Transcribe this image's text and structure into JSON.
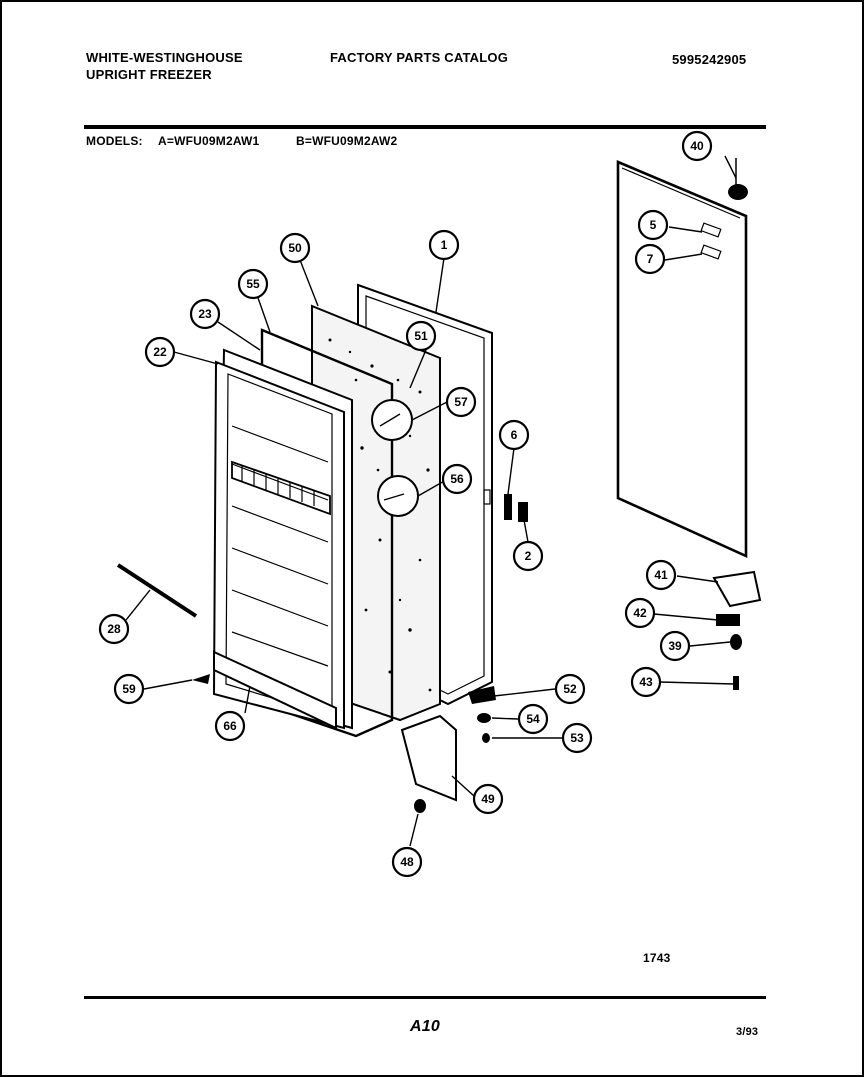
{
  "header": {
    "brand": "WHITE-WESTINGHOUSE",
    "product": "UPRIGHT FREEZER",
    "catalog": "FACTORY PARTS CATALOG",
    "doc_number": "5995242905",
    "models_label": "MODELS:",
    "model_a": "A=WFU09M2AW1",
    "model_b": "B=WFU09M2AW2"
  },
  "diagram": {
    "callouts": [
      "40",
      "5",
      "7",
      "1",
      "50",
      "55",
      "23",
      "22",
      "51",
      "57",
      "6",
      "56",
      "2",
      "41",
      "42",
      "39",
      "43",
      "28",
      "59",
      "66",
      "52",
      "54",
      "53",
      "49",
      "48"
    ],
    "drawing_number": "1743"
  },
  "footer": {
    "page": "A10",
    "date": "3/93"
  }
}
